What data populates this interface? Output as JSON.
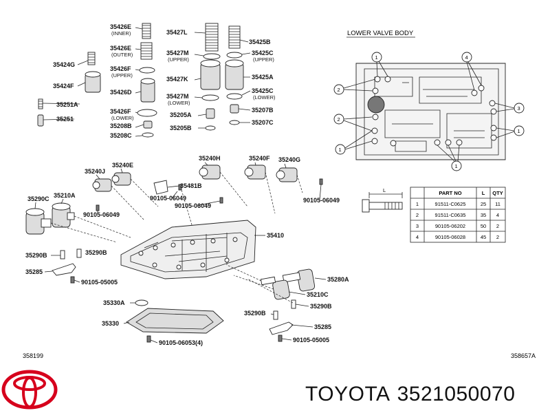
{
  "diagram": {
    "lower_valve_body_title": "LOWER VALVE BODY",
    "ref_left": "358199",
    "ref_right": "358657A",
    "callout_numbers": [
      "1",
      "2",
      "3",
      "4"
    ],
    "parts": {
      "p35426E": "35426E",
      "inner": "(INNER)",
      "p35426E_outer": "35426E",
      "outer": "(OUTER)",
      "p35424G": "35424G",
      "p35426F_u": "35426F",
      "upper": "(UPPER)",
      "p35424F": "35424F",
      "p35426D": "35426D",
      "p35251A": "35251A",
      "p35251": "35251",
      "p35426F_l": "35426F",
      "lower": "(LOWER)",
      "p35208B": "35208B",
      "p35208C": "35208C",
      "p35427L": "35427L",
      "p35427M_u": "35427M",
      "p35427K": "35427K",
      "p35427M_l": "35427M",
      "p35205A": "35205A",
      "p35205B": "35205B",
      "p35425B": "35425B",
      "p35425C_u": "35425C",
      "p35425A": "35425A",
      "p35425C_l": "35425C",
      "p35207B": "35207B",
      "p35207C": "35207C",
      "p35240H": "35240H",
      "p35240F": "35240F",
      "p35240G": "35240G",
      "p35240J": "35240J",
      "p35240E": "35240E",
      "p35481B": "35481B",
      "b90105_06049_a": "90105-06049",
      "b90105_06049_b": "90105-06049",
      "b90105_06049_c": "90105-06049",
      "b90105_06049_d": "90105-06049",
      "p35290C": "35290C",
      "p35210A": "35210A",
      "p35410": "35410",
      "p35290B_a": "35290B",
      "p35290B_b": "35290B",
      "p35285_a": "35285",
      "b90105_05005_a": "90105-05005",
      "p35280A": "35280A",
      "p35210C": "35210C",
      "p35330A": "35330A",
      "p35290B_c": "35290B",
      "p35290B_d": "35290B",
      "p35330": "35330",
      "b90105_06053": "90105-06053(4)",
      "p35285_b": "35285",
      "b90105_05005_b": "90105-05005",
      "bolt_dim": "L"
    },
    "bolt_table": {
      "headers": [
        "",
        "PART NO",
        "L",
        "QTY"
      ],
      "rows": [
        [
          "1",
          "91511-C0625",
          "25",
          "11"
        ],
        [
          "2",
          "91511-C0635",
          "35",
          "4"
        ],
        [
          "3",
          "90105-06202",
          "50",
          "2"
        ],
        [
          "4",
          "90105-06028",
          "45",
          "2"
        ]
      ]
    }
  },
  "footer": {
    "brand": "TOYOTA",
    "part_number": "3521050070",
    "logo_color": "#d6001c"
  }
}
